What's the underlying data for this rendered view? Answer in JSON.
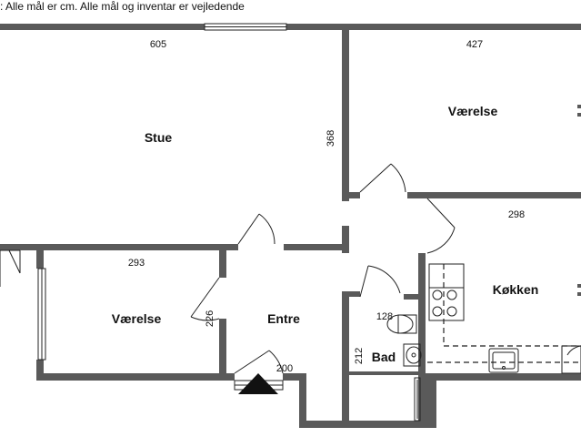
{
  "note": ": Alle mål er cm. Alle mål og inventar er vejledende",
  "rooms": {
    "stue": "Stue",
    "vaerelse_top": "Værelse",
    "vaerelse_left": "Værelse",
    "entre": "Entre",
    "koekken": "Køkken",
    "bad": "Bad"
  },
  "dimensions": {
    "stue_width": "605",
    "stue_depth": "368",
    "vaerelse_top_width": "427",
    "koekken_width": "298",
    "vaerelse_left_width": "293",
    "vaerelse_left_depth": "226",
    "bad_width": "128",
    "bad_depth": "212",
    "entre_width": "200"
  },
  "icons": {
    "entrance": "entrance-arrow-icon"
  }
}
